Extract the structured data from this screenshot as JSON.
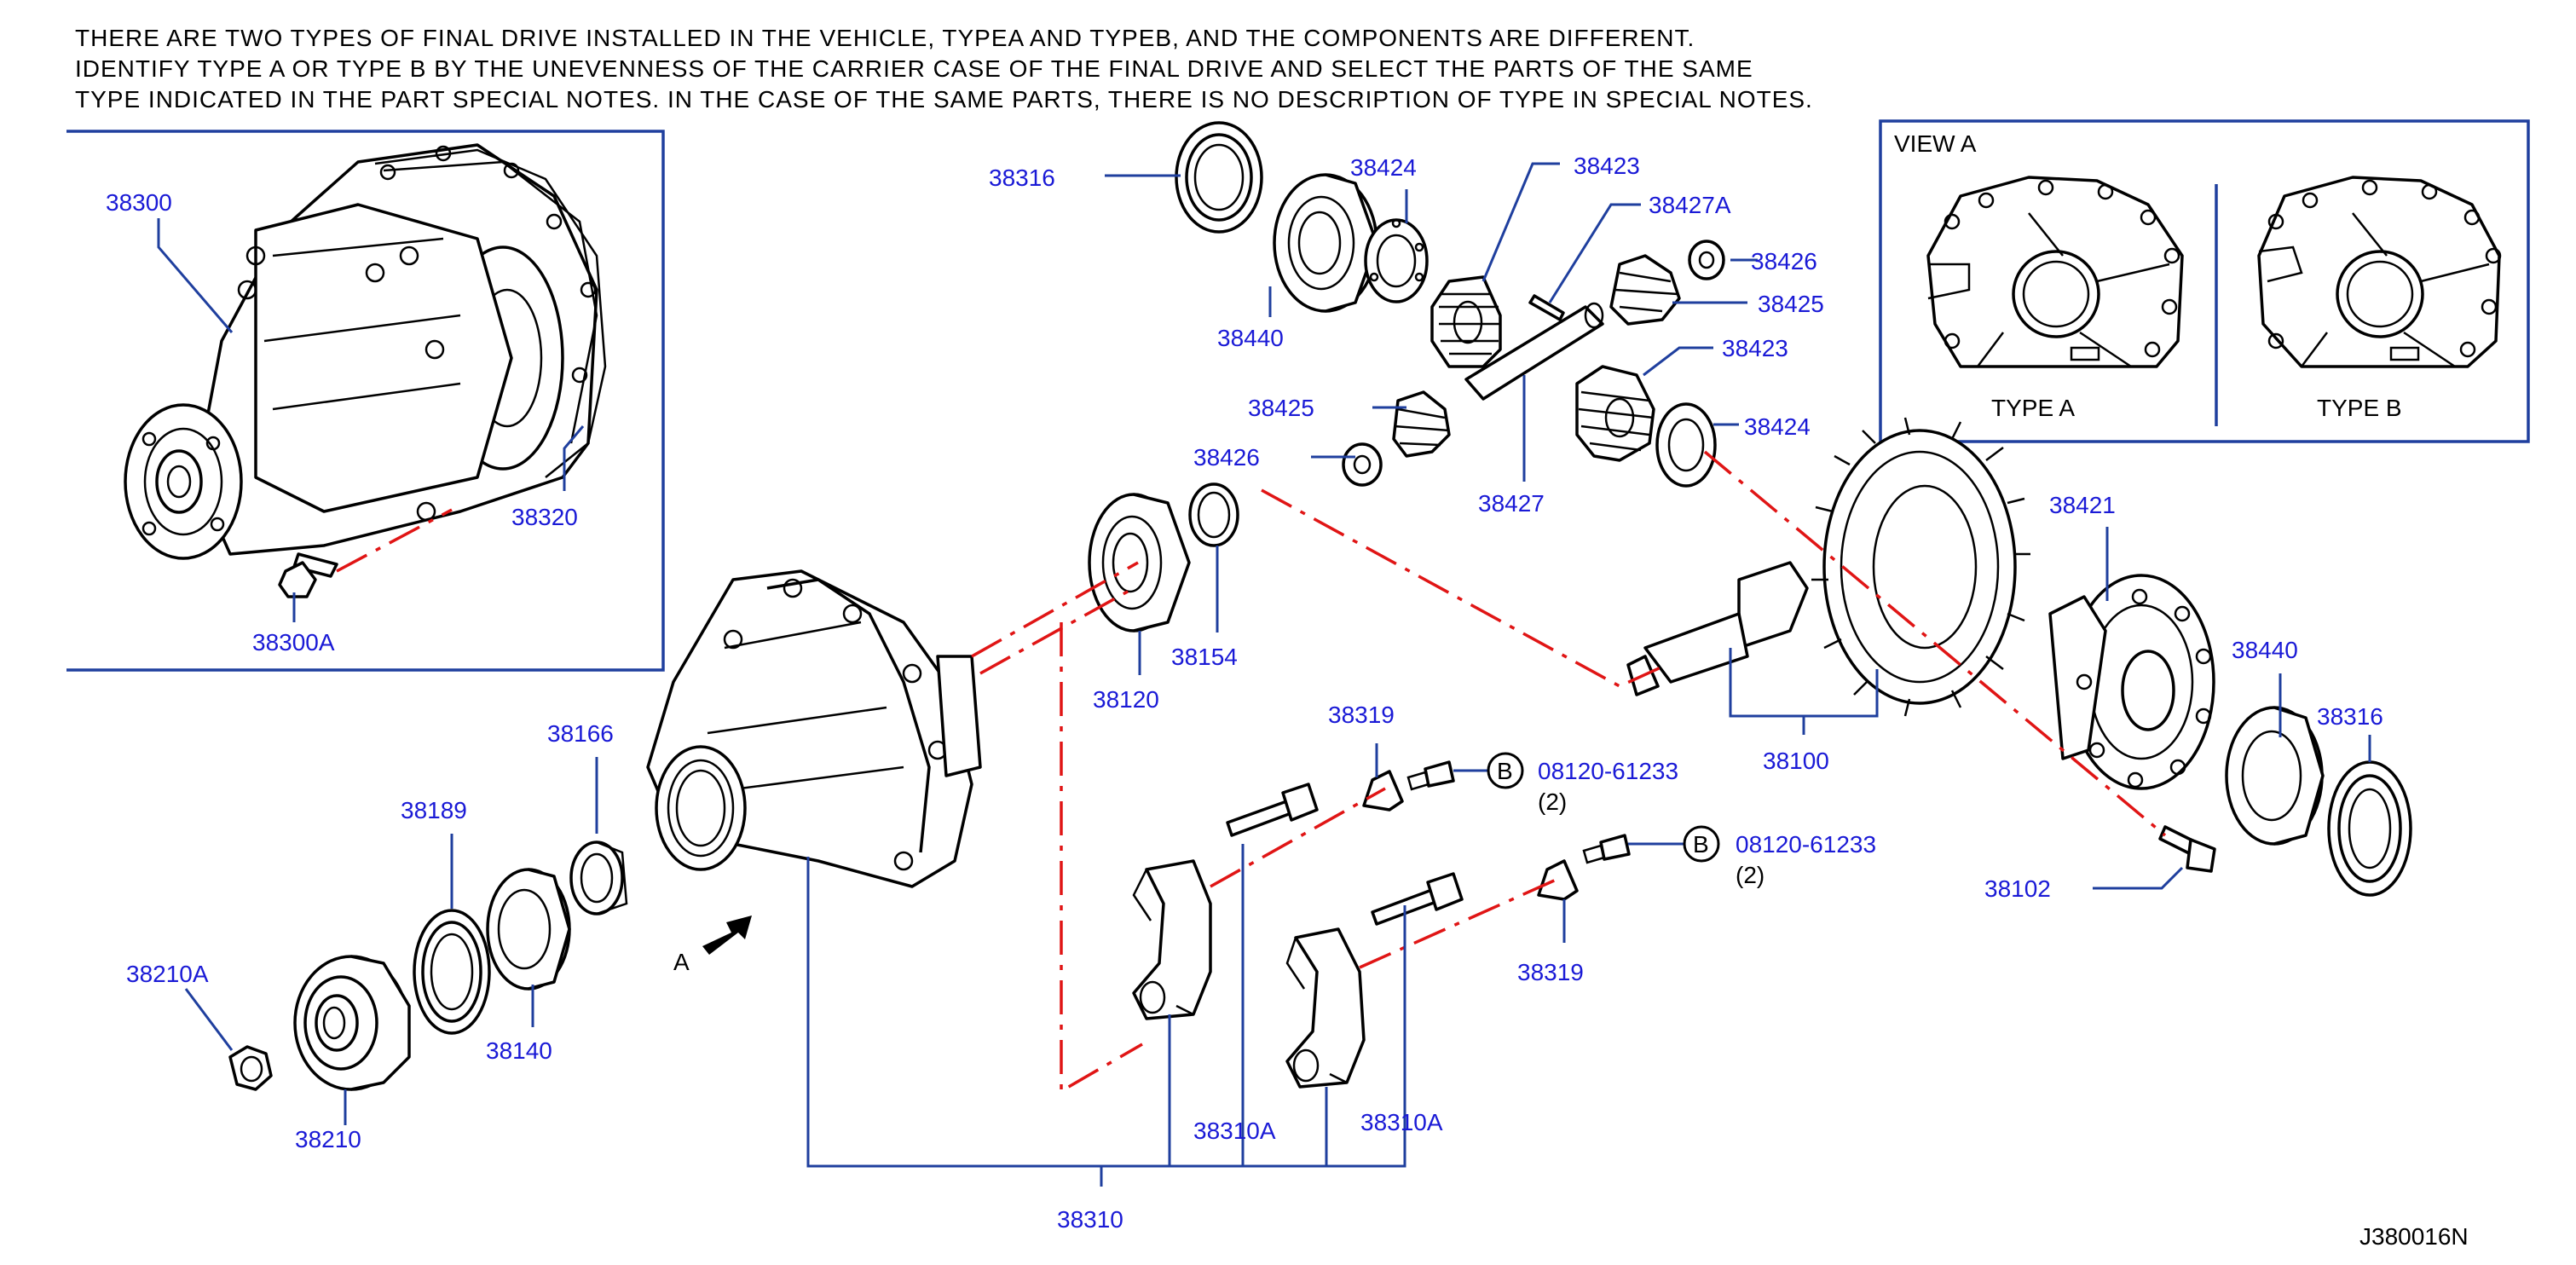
{
  "notes": [
    "THERE ARE TWO TYPES OF FINAL DRIVE INSTALLED IN THE VEHICLE, TYPEA AND TYPEB, AND THE COMPONENTS ARE DIFFERENT.",
    "IDENTIFY TYPE A OR TYPE B BY THE UNEVENNESS OF THE CARRIER CASE OF THE FINAL DRIVE AND SELECT THE PARTS OF THE SAME",
    "TYPE INDICATED IN THE PART SPECIAL NOTES. IN THE CASE OF THE SAME PARTS, THERE IS NO DESCRIPTION OF TYPE IN SPECIAL NOTES."
  ],
  "view": {
    "title": "VIEW A",
    "type_a": "TYPE A",
    "type_b": "TYPE B"
  },
  "view_arrow_label": "A",
  "bolt_badge": "B",
  "bolt_qty": "(2)",
  "diagram_code": "J380016N",
  "labels": {
    "p38300": "38300",
    "p38320": "38320",
    "p38300A": "38300A",
    "p38316_top": "38316",
    "p38424_top": "38424",
    "p38423_top": "38423",
    "p38427A": "38427A",
    "p38426_top": "38426",
    "p38425_right": "38425",
    "p38440_top": "38440",
    "p38423_mid": "38423",
    "p38425_left": "38425",
    "p38424_mid": "38424",
    "p38426_mid": "38426",
    "p38427": "38427",
    "p38120": "38120",
    "p38154": "38154",
    "p38421": "38421",
    "p38440_right": "38440",
    "p38316_right": "38316",
    "p38100": "38100",
    "p38102": "38102",
    "p38166": "38166",
    "p38189": "38189",
    "p38210A": "38210A",
    "p38140": "38140",
    "p38210": "38210",
    "p38319_top": "38319",
    "p38319_bot": "38319",
    "bolt_top": "08120-61233",
    "bolt_bot": "08120-61233",
    "p38310A_left": "38310A",
    "p38310A_right": "38310A",
    "p38310": "38310"
  }
}
